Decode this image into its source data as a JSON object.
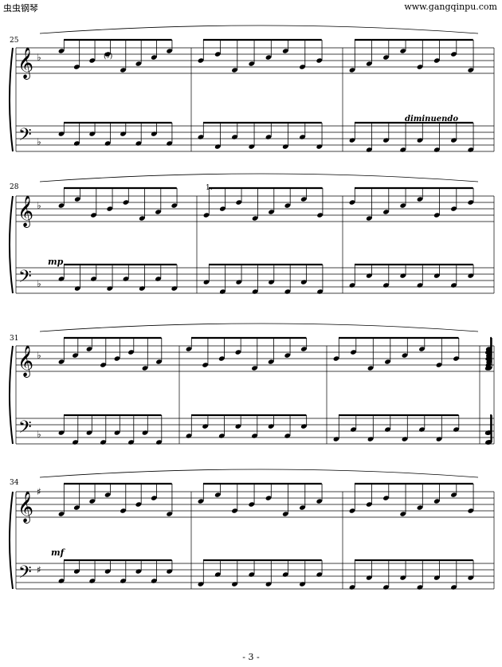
{
  "header": {
    "site_name_cn": "虫虫钢琴",
    "site_url": "www.gangqinpu.com"
  },
  "footer": {
    "page_label": "- 3 -"
  },
  "systems": [
    {
      "measure_start": "25",
      "markings": [
        {
          "text": "diminuendo",
          "kind": "expression"
        },
        {
          "text": "(♭)",
          "kind": "accidental"
        }
      ]
    },
    {
      "measure_start": "28",
      "markings": [
        {
          "text": "mp",
          "kind": "dynamic"
        },
        {
          "text": "1.",
          "kind": "volta"
        }
      ]
    },
    {
      "measure_start": "31",
      "markings": []
    },
    {
      "measure_start": "34",
      "markings": [
        {
          "text": "mf",
          "kind": "dynamic"
        }
      ]
    }
  ]
}
